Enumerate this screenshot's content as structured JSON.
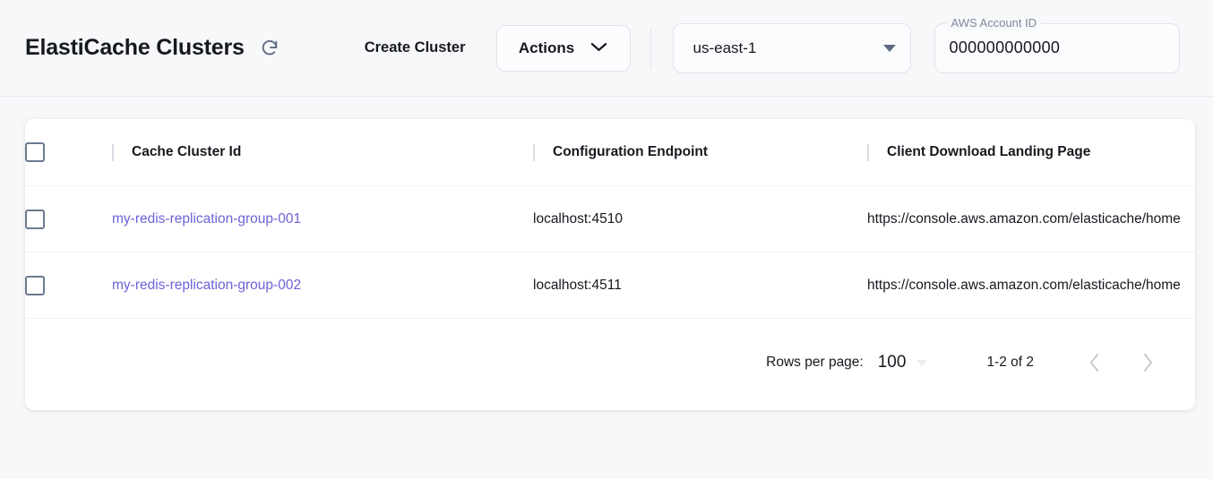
{
  "header": {
    "title": "ElastiCache Clusters",
    "refresh_icon": "refresh-icon",
    "create_cluster_label": "Create Cluster",
    "actions_label": "Actions",
    "actions_caret_icon": "chevron-down-icon",
    "region": {
      "value": "us-east-1",
      "caret_icon": "caret-down-icon"
    },
    "account": {
      "label": "AWS Account ID",
      "value": "000000000000"
    }
  },
  "table": {
    "columns": [
      {
        "key": "cluster_id",
        "label": "Cache Cluster Id"
      },
      {
        "key": "config_endpoint",
        "label": "Configuration Endpoint"
      },
      {
        "key": "landing_page",
        "label": "Client Download Landing Page"
      }
    ],
    "rows": [
      {
        "cluster_id": "my-redis-replication-group-001",
        "config_endpoint": "localhost:4510",
        "landing_page": "https://console.aws.amazon.com/elasticache/home"
      },
      {
        "cluster_id": "my-redis-replication-group-002",
        "config_endpoint": "localhost:4511",
        "landing_page": "https://console.aws.amazon.com/elasticache/home"
      }
    ]
  },
  "pagination": {
    "rows_per_page_label": "Rows per page:",
    "rows_per_page_value": "100",
    "range_label": "1-2 of 2",
    "prev_icon": "chevron-left-icon",
    "next_icon": "chevron-right-icon"
  },
  "colors": {
    "link": "#6c62d6",
    "page_bg": "#f7f8fa",
    "card_bg": "#ffffff"
  }
}
